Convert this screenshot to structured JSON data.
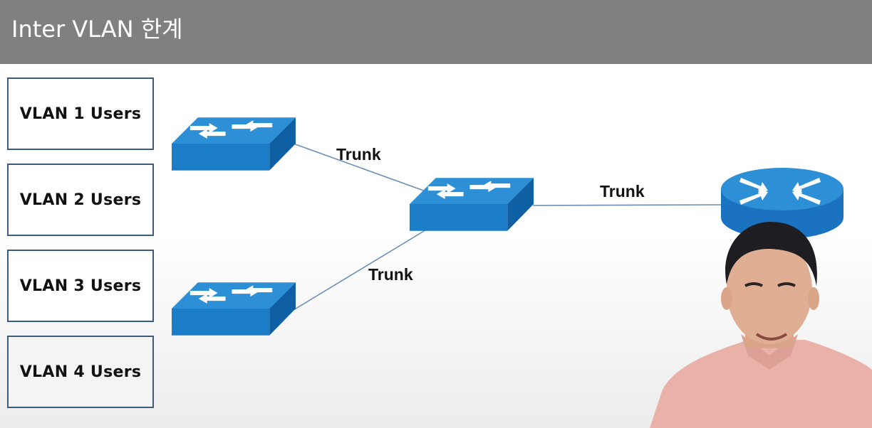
{
  "slide": {
    "title": "Inter VLAN 한계"
  },
  "vlan_groups": [
    {
      "label": "VLAN 1 Users"
    },
    {
      "label": "VLAN 2 Users"
    },
    {
      "label": "VLAN 3 Users"
    },
    {
      "label": "VLAN 4 Users"
    }
  ],
  "links": {
    "trunk_label": "Trunk"
  },
  "colors": {
    "title_bar": "#808080",
    "device_top": "#2d8fd5",
    "device_side": "#1a72c0",
    "link_line": "#6a8fb5"
  },
  "icons": [
    "switch-icon",
    "router-icon",
    "presenter-photo"
  ]
}
